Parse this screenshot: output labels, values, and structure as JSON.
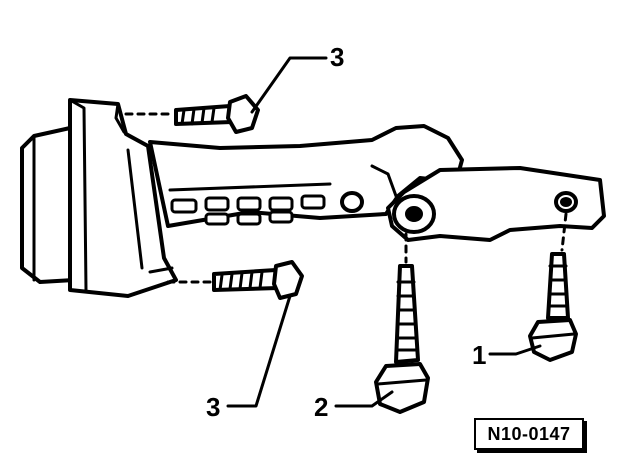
{
  "callouts": {
    "bolt_1": "1",
    "bolt_2": "2",
    "bolt_3_upper": "3",
    "bolt_3_lower": "3"
  },
  "figure_code": "N10-0147",
  "colors": {
    "line": "#000000",
    "background": "#ffffff"
  }
}
